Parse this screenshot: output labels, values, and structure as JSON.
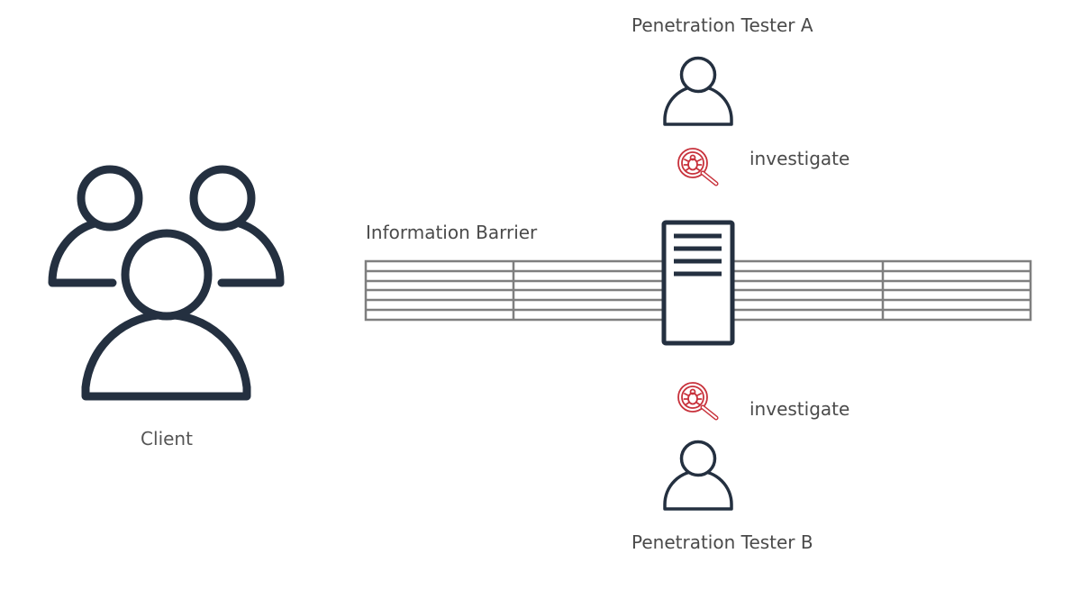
{
  "diagram": {
    "nodes": {
      "client": {
        "label": "Client",
        "icon": "user-group-icon"
      },
      "tester_a": {
        "label": "Penetration Tester A",
        "icon": "user-icon"
      },
      "tester_b": {
        "label": "Penetration Tester B",
        "icon": "user-icon"
      },
      "target_server": {
        "icon": "server-icon"
      }
    },
    "actions": {
      "investigate_a": {
        "label": "investigate",
        "icon": "bug-search-icon"
      },
      "investigate_b": {
        "label": "investigate",
        "icon": "bug-search-icon"
      }
    },
    "barrier": {
      "label": "Information Barrier",
      "icon": "brick-wall-icon"
    }
  },
  "colors": {
    "icon_dark": "#243040",
    "accent_red": "#c8323c",
    "wall_grey": "#7f7f7f",
    "text": "#4a4a4a"
  }
}
